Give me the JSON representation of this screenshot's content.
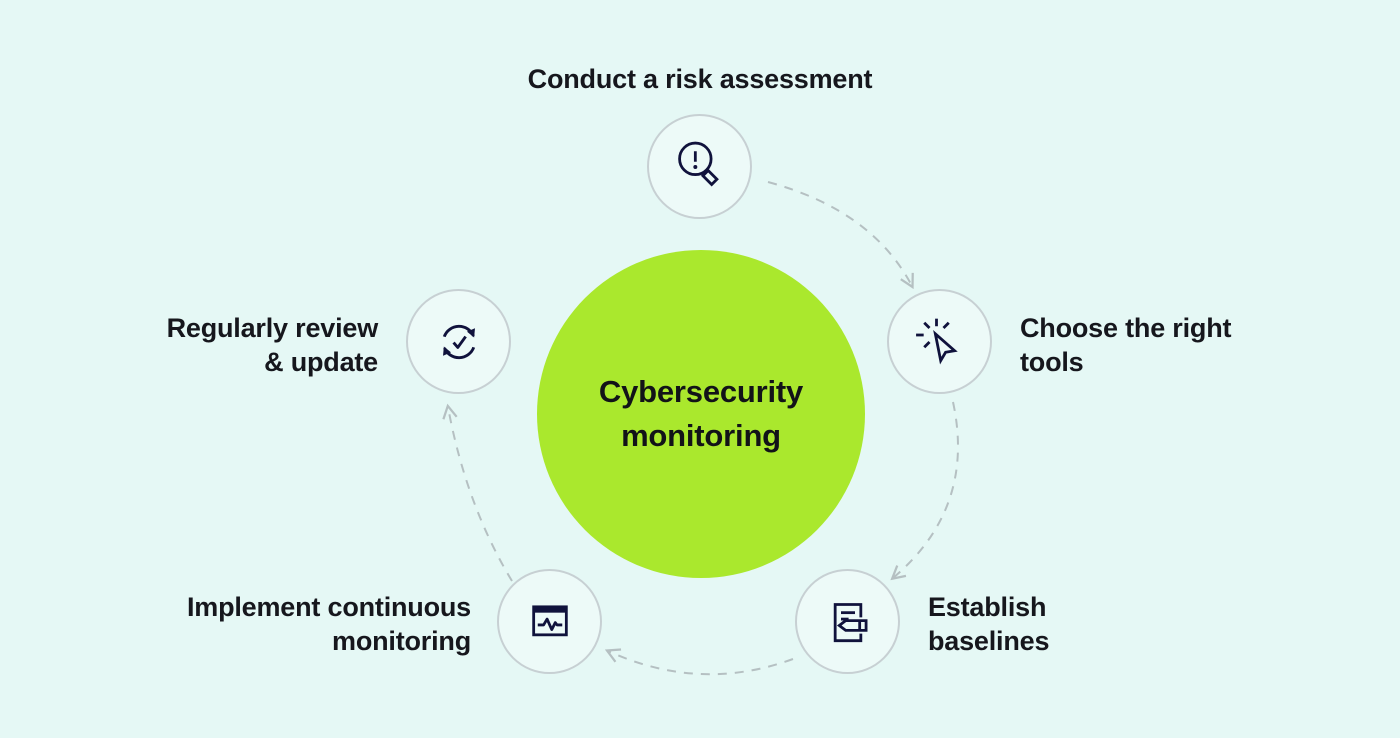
{
  "diagram": {
    "center": {
      "title": "Cybersecurity monitoring",
      "lines": [
        "Cybersecurity",
        "monitoring"
      ]
    },
    "steps": [
      {
        "id": "risk-assessment",
        "label": "Conduct a risk assessment",
        "lines": [
          "Conduct a risk assessment",
          ""
        ],
        "icon": "magnifier-alert-icon",
        "position": "top"
      },
      {
        "id": "choose-tools",
        "label": "Choose the right tools",
        "lines": [
          "Choose the right",
          "tools"
        ],
        "icon": "cursor-click-icon",
        "position": "right"
      },
      {
        "id": "establish-baselines",
        "label": "Establish baselines",
        "lines": [
          "Establish",
          "baselines"
        ],
        "icon": "document-pencil-icon",
        "position": "bottom-right"
      },
      {
        "id": "continuous-monitoring",
        "label": "Implement continuous monitoring",
        "lines": [
          "Implement continuous",
          "monitoring"
        ],
        "icon": "monitor-pulse-icon",
        "position": "bottom-left"
      },
      {
        "id": "review-update",
        "label": "Regularly review & update",
        "lines": [
          "Regularly review",
          "& update"
        ],
        "icon": "refresh-check-icon",
        "position": "left"
      }
    ],
    "flow": [
      "risk-assessment",
      "choose-tools",
      "establish-baselines",
      "continuous-monitoring",
      "review-update"
    ]
  },
  "colors": {
    "bg": "#e5f8f5",
    "green": "#aae82d",
    "navy": "#10123c",
    "text": "#16171d",
    "line": "#b5c0c2",
    "ring": "#c7d0d3",
    "nodefill": "#edfaf8"
  }
}
